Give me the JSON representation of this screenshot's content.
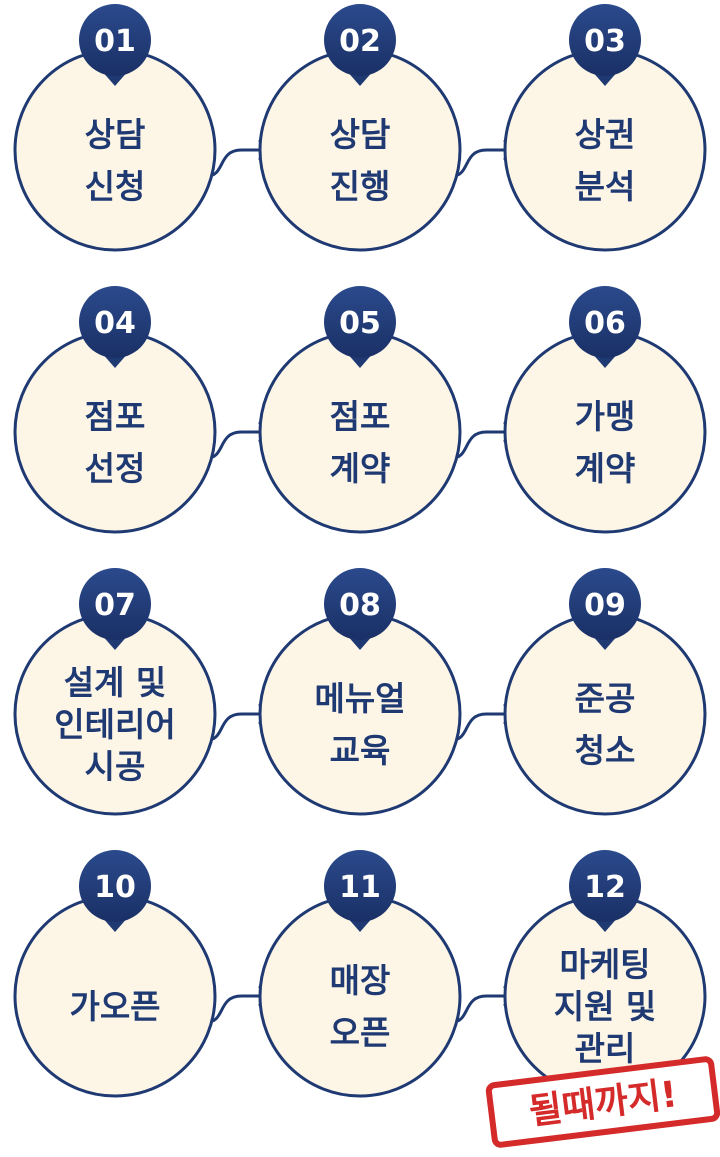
{
  "steps": [
    {
      "num": "01",
      "lines": [
        "상담",
        "신청"
      ]
    },
    {
      "num": "02",
      "lines": [
        "상담",
        "진행"
      ]
    },
    {
      "num": "03",
      "lines": [
        "상권",
        "분석"
      ]
    },
    {
      "num": "04",
      "lines": [
        "점포",
        "선정"
      ]
    },
    {
      "num": "05",
      "lines": [
        "점포",
        "계약"
      ]
    },
    {
      "num": "06",
      "lines": [
        "가맹",
        "계약"
      ]
    },
    {
      "num": "07",
      "lines": [
        "설계 및",
        "인테리어",
        "시공"
      ]
    },
    {
      "num": "08",
      "lines": [
        "메뉴얼",
        "교육"
      ]
    },
    {
      "num": "09",
      "lines": [
        "준공",
        "청소"
      ]
    },
    {
      "num": "10",
      "lines": [
        "가오픈"
      ]
    },
    {
      "num": "11",
      "lines": [
        "매장",
        "오픈"
      ]
    },
    {
      "num": "12",
      "lines": [
        "마케팅",
        "지원 및",
        "관리"
      ]
    }
  ],
  "stamp": {
    "text": "될때까지!"
  },
  "colors": {
    "circle_fill": "#fdf5e6",
    "circle_stroke": "#1f3a73",
    "badge": "#1f3a73",
    "text": "#1f3a73",
    "arrow": "#1f3a73",
    "stamp": "#d42a2a"
  }
}
